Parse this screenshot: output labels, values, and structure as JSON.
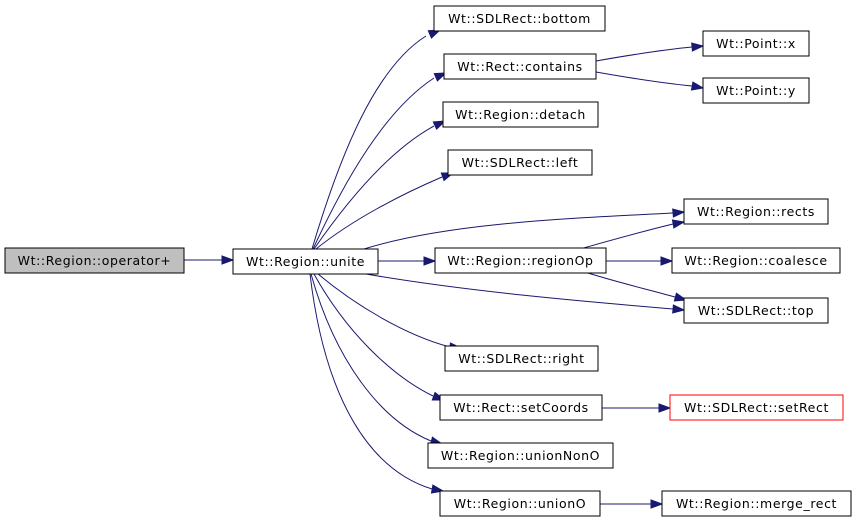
{
  "diagram": {
    "type": "call-graph",
    "colors": {
      "edge": "#191970",
      "root_fill": "#bfbfbf",
      "truncated_border": "#ff0000",
      "node_border": "#000000"
    },
    "nodes": [
      {
        "id": "operator_plus",
        "label": "Wt::Region::operator+",
        "style": "root"
      },
      {
        "id": "unite",
        "label": "Wt::Region::unite",
        "style": "normal"
      },
      {
        "id": "sdl_bottom",
        "label": "Wt::SDLRect::bottom",
        "style": "normal"
      },
      {
        "id": "rect_contains",
        "label": "Wt::Rect::contains",
        "style": "normal"
      },
      {
        "id": "point_x",
        "label": "Wt::Point::x",
        "style": "normal"
      },
      {
        "id": "point_y",
        "label": "Wt::Point::y",
        "style": "normal"
      },
      {
        "id": "region_detach",
        "label": "Wt::Region::detach",
        "style": "normal"
      },
      {
        "id": "sdl_left",
        "label": "Wt::SDLRect::left",
        "style": "normal"
      },
      {
        "id": "region_rects",
        "label": "Wt::Region::rects",
        "style": "normal"
      },
      {
        "id": "region_regionop",
        "label": "Wt::Region::regionOp",
        "style": "normal"
      },
      {
        "id": "region_coalesce",
        "label": "Wt::Region::coalesce",
        "style": "normal"
      },
      {
        "id": "sdl_top",
        "label": "Wt::SDLRect::top",
        "style": "normal"
      },
      {
        "id": "sdl_right",
        "label": "Wt::SDLRect::right",
        "style": "normal"
      },
      {
        "id": "rect_setcoords",
        "label": "Wt::Rect::setCoords",
        "style": "normal"
      },
      {
        "id": "sdl_setrect",
        "label": "Wt::SDLRect::setRect",
        "style": "truncated"
      },
      {
        "id": "region_unionnono",
        "label": "Wt::Region::unionNonO",
        "style": "normal"
      },
      {
        "id": "region_uniono",
        "label": "Wt::Region::unionO",
        "style": "normal"
      },
      {
        "id": "region_merge_rect",
        "label": "Wt::Region::merge_rect",
        "style": "normal"
      }
    ],
    "edges": [
      {
        "from": "operator_plus",
        "to": "unite"
      },
      {
        "from": "unite",
        "to": "sdl_bottom"
      },
      {
        "from": "unite",
        "to": "rect_contains"
      },
      {
        "from": "rect_contains",
        "to": "point_x"
      },
      {
        "from": "rect_contains",
        "to": "point_y"
      },
      {
        "from": "unite",
        "to": "region_detach"
      },
      {
        "from": "unite",
        "to": "sdl_left"
      },
      {
        "from": "unite",
        "to": "region_rects"
      },
      {
        "from": "unite",
        "to": "region_regionop"
      },
      {
        "from": "region_regionop",
        "to": "region_rects"
      },
      {
        "from": "region_regionop",
        "to": "region_coalesce"
      },
      {
        "from": "region_regionop",
        "to": "sdl_top"
      },
      {
        "from": "unite",
        "to": "sdl_top"
      },
      {
        "from": "unite",
        "to": "sdl_right"
      },
      {
        "from": "unite",
        "to": "rect_setcoords"
      },
      {
        "from": "rect_setcoords",
        "to": "sdl_setrect"
      },
      {
        "from": "unite",
        "to": "region_unionnono"
      },
      {
        "from": "unite",
        "to": "region_uniono"
      },
      {
        "from": "region_uniono",
        "to": "region_merge_rect"
      }
    ]
  }
}
